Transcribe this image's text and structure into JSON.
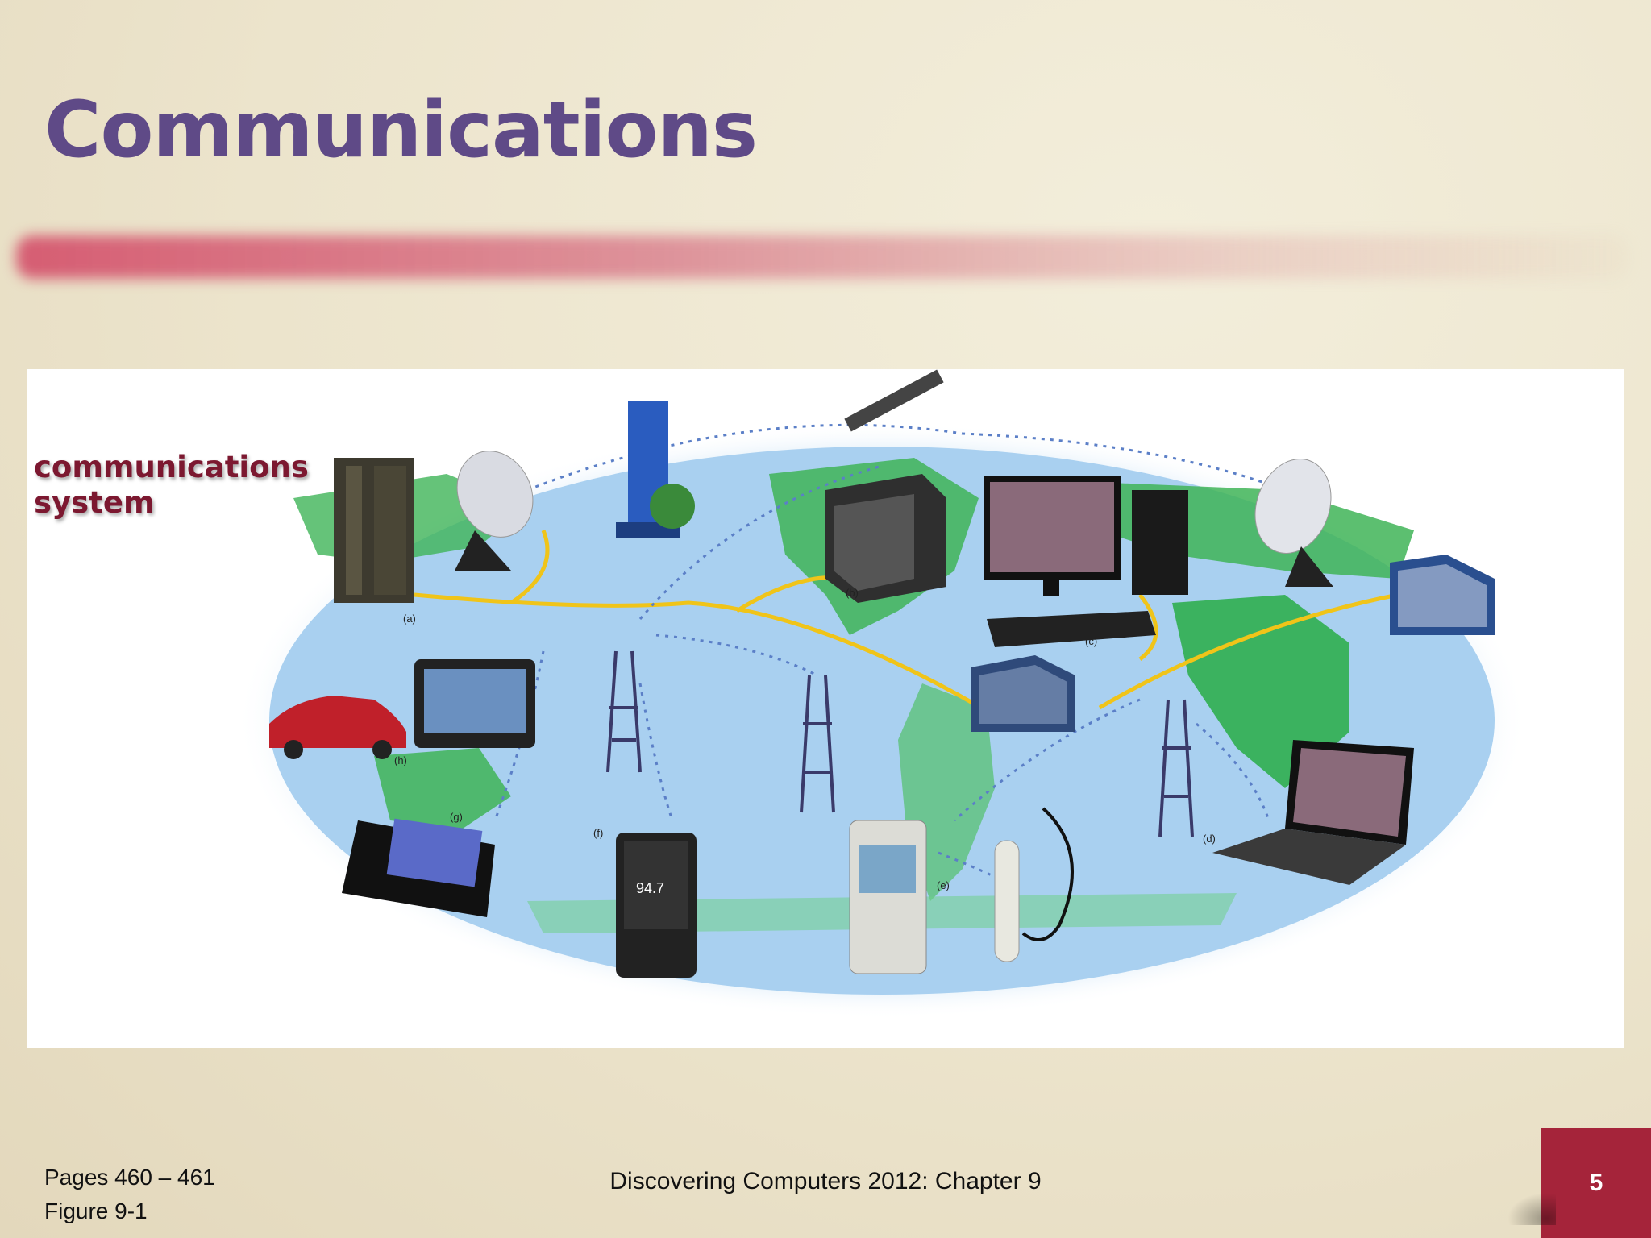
{
  "slide": {
    "title": "Communications",
    "number": "5"
  },
  "figure": {
    "caption_label": "communications system",
    "device_labels": [
      "(a)",
      "(b)",
      "(c)",
      "(d)",
      "(e)",
      "(f)",
      "(g)",
      "(h)"
    ],
    "media_player_readout": "94.7",
    "colors": {
      "ocean": "#a9d0f0",
      "land": "#3fb457",
      "cable": "#f0c419",
      "caption": "#7c1830"
    }
  },
  "footer": {
    "pages": "Pages 460 – 461",
    "figure_ref": "Figure 9-1",
    "course": "Discovering Computers 2012: Chapter 9"
  },
  "theme": {
    "title_color": "#5f4a87",
    "number_box_color": "#a5243a"
  }
}
